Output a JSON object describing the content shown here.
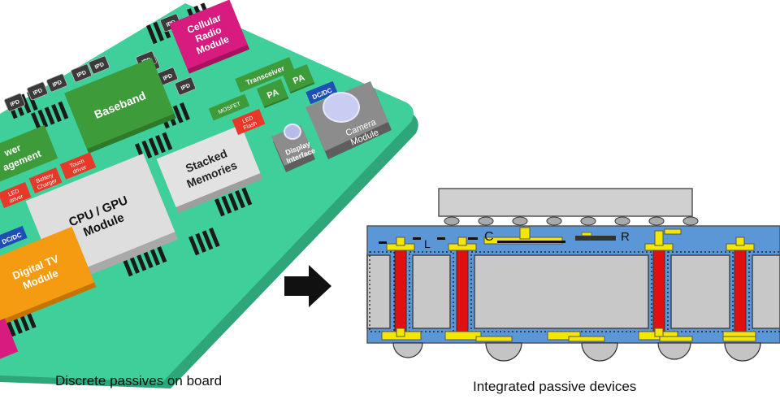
{
  "board": {
    "chips": [
      {
        "key": "cellular",
        "lines": [
          "Cellular",
          "Radio",
          "Module"
        ],
        "color": "#d81b7f",
        "text_color": "#ffffff"
      },
      {
        "key": "baseband",
        "lines": [
          "Baseband"
        ],
        "color": "#3e9b3a",
        "text_color": "#ffffff"
      },
      {
        "key": "power",
        "lines": [
          "wer",
          "agement"
        ],
        "color": "#3e9b3a",
        "text_color": "#ffffff"
      },
      {
        "key": "cpu",
        "lines": [
          "CPU / GPU",
          "Module"
        ],
        "color": "#d9d9d9",
        "text_color": "#111111"
      },
      {
        "key": "stacked",
        "lines": [
          "Stacked",
          "Memories"
        ],
        "color": "#d9d9d9",
        "text_color": "#111111"
      },
      {
        "key": "digitaltv",
        "lines": [
          "Digital TV",
          "Module"
        ],
        "color": "#f59b12",
        "text_color": "#ffffff"
      },
      {
        "key": "camera",
        "lines": [
          "Camera",
          "Module"
        ],
        "color": "#7d7d7d",
        "text_color": "#ffffff"
      },
      {
        "key": "led_flash",
        "lines": [
          "LED",
          "Flash"
        ],
        "color": "#7d7d7d",
        "text_color": "#ffffff"
      },
      {
        "key": "pa1",
        "lines": [
          "PA"
        ],
        "color": "#3e9b3a",
        "text_color": "#ffffff"
      },
      {
        "key": "pa2",
        "lines": [
          "PA"
        ],
        "color": "#3e9b3a",
        "text_color": "#ffffff"
      },
      {
        "key": "transceiver",
        "lines": [
          "Transceiver"
        ],
        "color": "#3e9b3a",
        "text_color": "#ffffff"
      },
      {
        "key": "mosfet",
        "lines": [
          "MOSFET"
        ],
        "color": "#3e9b3a",
        "text_color": "#ffffff"
      },
      {
        "key": "led_driver",
        "lines": [
          "LED",
          "driver"
        ],
        "color": "#e8382a",
        "text_color": "#ffffff"
      },
      {
        "key": "battery",
        "lines": [
          "Battery",
          "Charger"
        ],
        "color": "#e8382a",
        "text_color": "#ffffff"
      },
      {
        "key": "touch",
        "lines": [
          "Touch",
          "driver"
        ],
        "color": "#e8382a",
        "text_color": "#ffffff"
      },
      {
        "key": "display",
        "lines": [
          "Display",
          "Interface"
        ],
        "color": "#e8382a",
        "text_color": "#ffffff"
      },
      {
        "key": "dcdc1",
        "lines": [
          "DC/DC"
        ],
        "color": "#1f4fb5",
        "text_color": "#ffffff"
      },
      {
        "key": "dcdc2",
        "lines": [
          "DC/DC"
        ],
        "color": "#1f4fb5",
        "text_color": "#ffffff"
      }
    ],
    "ipd_label": "IPD",
    "board_color": "#3fcf9a"
  },
  "cross_section": {
    "labels": {
      "inductor": "L",
      "capacitor": "C",
      "resistor": "R"
    },
    "colors": {
      "substrate": "#5b96d6",
      "core": "#c8c8c8",
      "via": "#e01010",
      "pad": "#f3e600",
      "die": "#d0d0d0",
      "bump": "#c4c4c4"
    }
  },
  "captions": {
    "left": "Discrete passives on board",
    "right": "Integrated passive devices"
  }
}
